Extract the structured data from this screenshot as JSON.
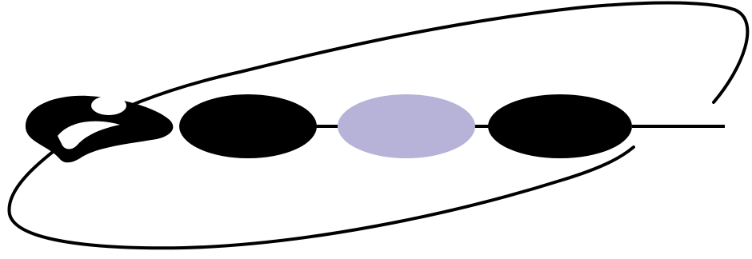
{
  "diagram": {
    "kind": "logo-orbit-chain",
    "colors": {
      "background": "#ffffff",
      "ink": "#000000",
      "highlight_oval": "#b6b2d8"
    },
    "nodes": [
      {
        "name": "figure-head-node",
        "fill": "#000000"
      },
      {
        "name": "black-oval-node-1",
        "fill": "#000000"
      },
      {
        "name": "lavender-oval-node",
        "fill": "#b6b2d8"
      },
      {
        "name": "black-oval-node-2",
        "fill": "#000000"
      }
    ],
    "connector_count": 3,
    "has_orbit_ring": true
  }
}
